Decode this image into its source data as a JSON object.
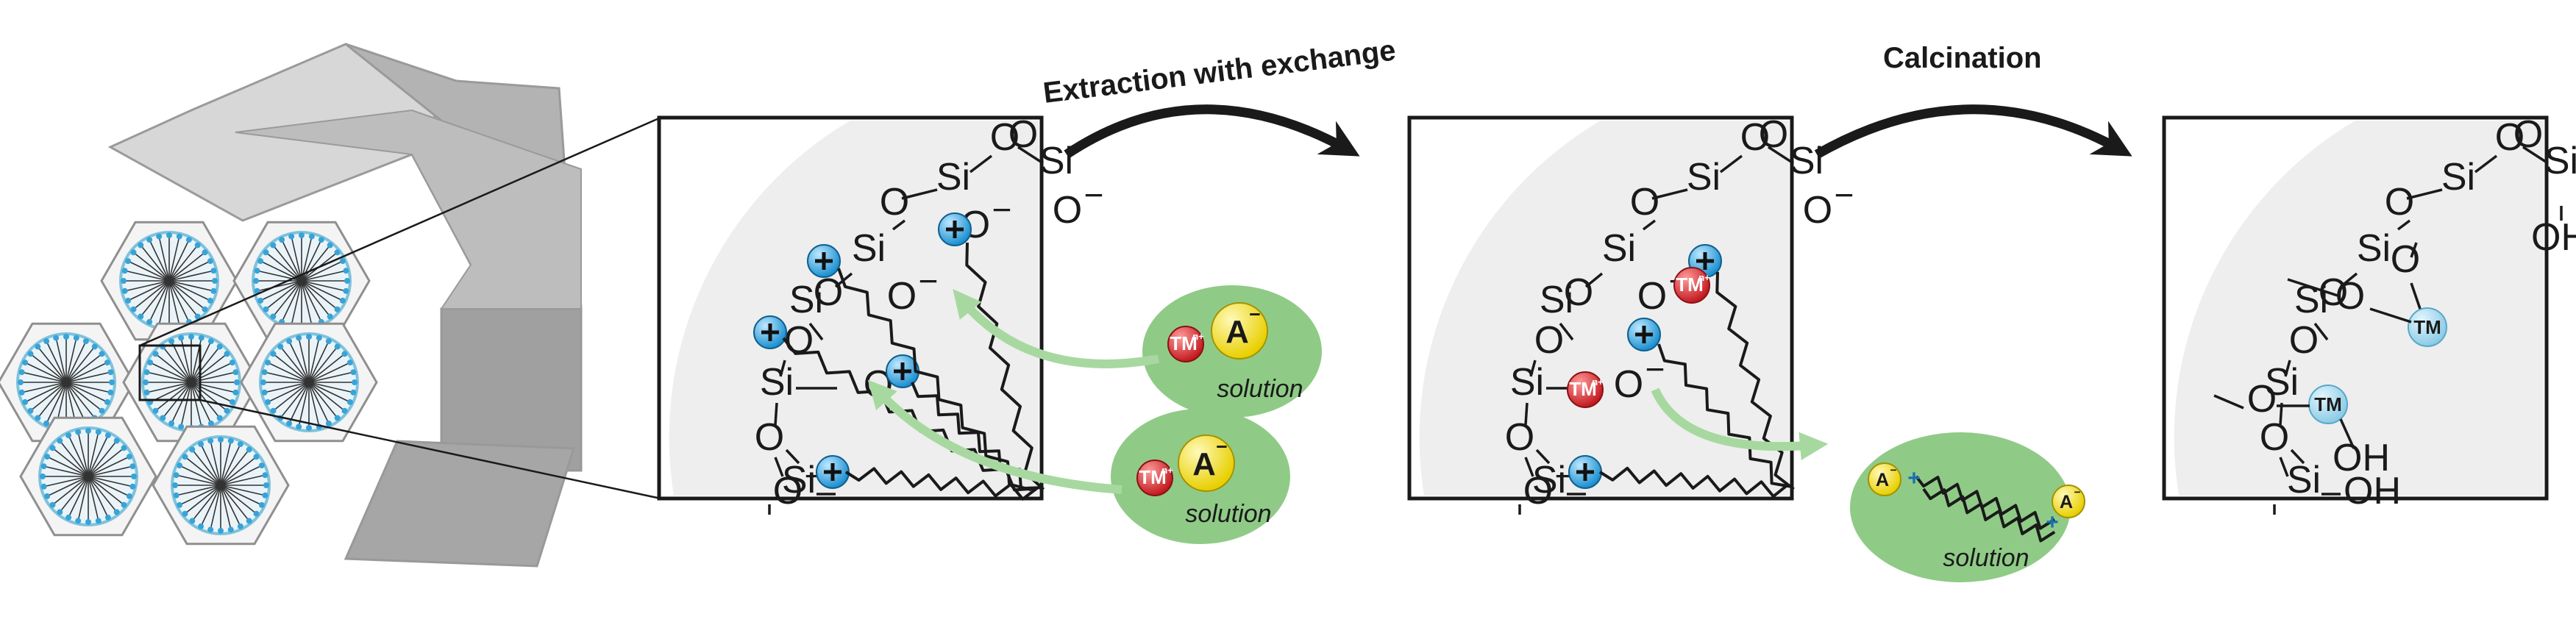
{
  "steps": {
    "extraction": "Extraction with exchange",
    "calcination": "Calcination"
  },
  "labels": {
    "si": "Si",
    "o": "O",
    "o_minus": "O",
    "minus": "−",
    "oh": "OH",
    "solution": "solution",
    "anion": "A",
    "tm_ion": "TM",
    "tm_charge": "n+",
    "tm_site": "TM",
    "plus": "+"
  },
  "colors": {
    "cation": "#2a9fd8",
    "metal_ion": "#d9262c",
    "anion": "#f7e11a",
    "tm_site": "#a6d8ee",
    "solution_bubble": "#8fcb86",
    "arrow_green": "#a7d8a0",
    "pore_wall": "#eeeeee",
    "channel": "#bfe2ee"
  }
}
